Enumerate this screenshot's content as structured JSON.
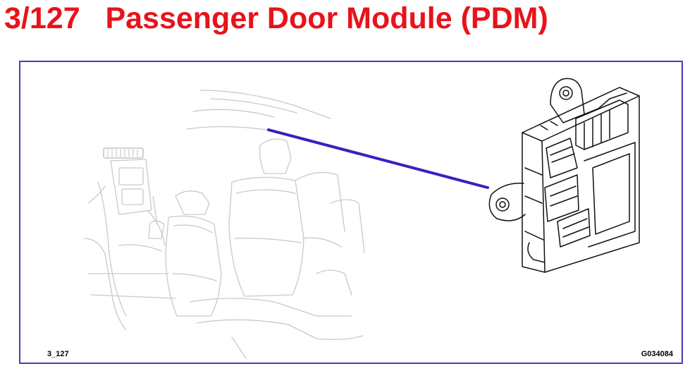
{
  "header": {
    "slide_number": "3/127",
    "title": "Passenger Door Module (PDM)",
    "color": "#e8131b"
  },
  "diagram": {
    "frame_color": "#4b3bb4",
    "pointer_color": "#3a1fc0",
    "reference_code": "3_127",
    "image_code": "G034084",
    "icons": [
      "car-interior-illustration",
      "door-module-illustration"
    ]
  }
}
